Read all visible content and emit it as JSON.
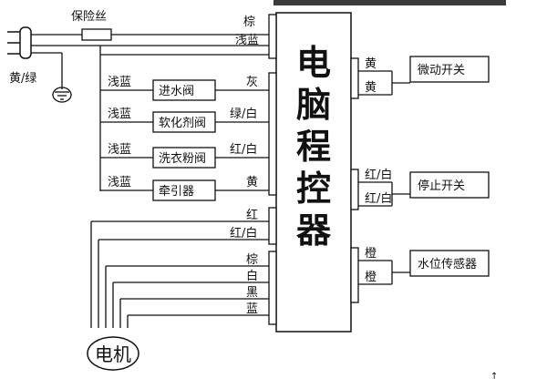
{
  "fuse_label": "保险丝",
  "ground_label": "黄/绿",
  "controller_label": [
    "电",
    "脑",
    "程",
    "控",
    "器"
  ],
  "valves": [
    {
      "name": "进水阀",
      "left_wire": "浅蓝",
      "right_wire": "灰"
    },
    {
      "name": "软化剂阀",
      "left_wire": "浅蓝",
      "right_wire": "绿/白"
    },
    {
      "name": "洗衣粉阀",
      "left_wire": "浅蓝",
      "right_wire": "红/白"
    },
    {
      "name": "牵引器",
      "left_wire": "浅蓝",
      "right_wire": "黄"
    }
  ],
  "power_wires": [
    "棕",
    "浅蓝"
  ],
  "red_wires": [
    "红",
    "红/白"
  ],
  "motor_wires": [
    "棕",
    "白",
    "黑",
    "蓝"
  ],
  "motor_label": "电机",
  "right_devices": [
    {
      "name": "微动开关",
      "wires": [
        "黄",
        "黄"
      ]
    },
    {
      "name": "停止开关",
      "wires": [
        "红/白",
        "红/白"
      ]
    },
    {
      "name": "水位传感器",
      "wires": [
        "橙",
        "橙"
      ]
    }
  ]
}
